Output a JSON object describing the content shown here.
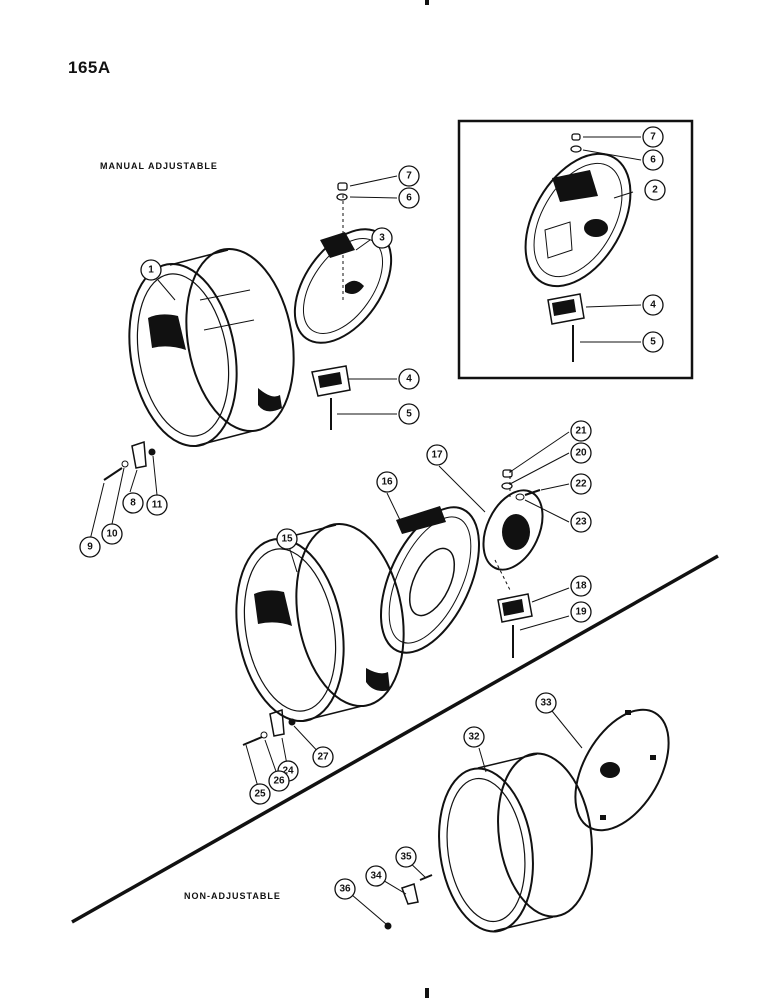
{
  "page_number": "165A",
  "labels": {
    "manual": "MANUAL ADJUSTABLE",
    "non_adjustable": "NON-ADJUSTABLE"
  },
  "callouts": {
    "c1": "1",
    "c2": "2",
    "c3": "3",
    "c4a": "4",
    "c4b": "4",
    "c5a": "5",
    "c5b": "5",
    "c6a": "6",
    "c6b": "6",
    "c7a": "7",
    "c7b": "7",
    "c8": "8",
    "c9": "9",
    "c10": "10",
    "c11": "11",
    "c15": "15",
    "c16": "16",
    "c17": "17",
    "c18": "18",
    "c19": "19",
    "c20": "20",
    "c21": "21",
    "c22": "22",
    "c23": "23",
    "c24": "24",
    "c25": "25",
    "c26": "26",
    "c27": "27",
    "c32": "32",
    "c33": "33",
    "c34": "34",
    "c35": "35",
    "c36": "36"
  }
}
